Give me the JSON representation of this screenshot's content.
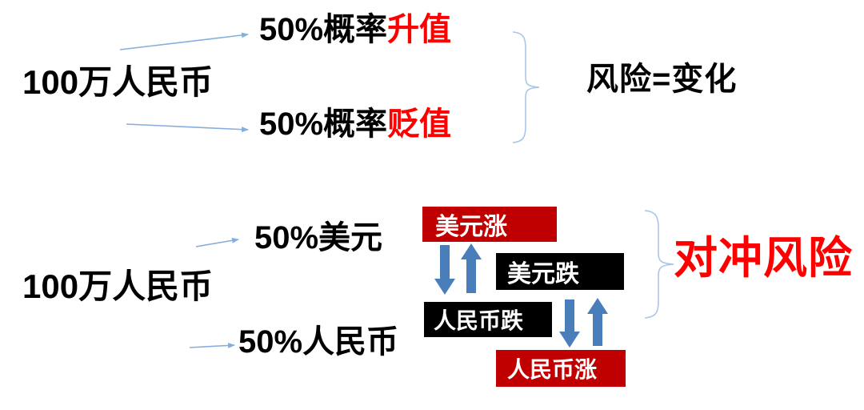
{
  "colors": {
    "background": "#ffffff",
    "text_black": "#000000",
    "highlight_red": "#ff0000",
    "box_red": "#c00000",
    "box_black": "#000000",
    "thick_arrow_blue": "#4a7ebb",
    "thin_arrow_blue": "#85aede",
    "brace_blue": "#aac6e6"
  },
  "top_section": {
    "source_label": "100万人民币",
    "branch_up_prefix": "50%概率",
    "branch_up_highlight": "升值",
    "branch_down_prefix": "50%概率",
    "branch_down_highlight": "贬值",
    "conclusion": "风险=变化"
  },
  "bottom_section": {
    "source_label": "100万人民币",
    "branch_up_label": "50%美元",
    "branch_down_label": "50%人民币",
    "boxes": [
      {
        "label": "美元涨",
        "variant": "red"
      },
      {
        "label": "美元跌",
        "variant": "black"
      },
      {
        "label": "人民币跌",
        "variant": "black"
      },
      {
        "label": "人民币涨",
        "variant": "red"
      }
    ],
    "conclusion": "对冲风险"
  }
}
